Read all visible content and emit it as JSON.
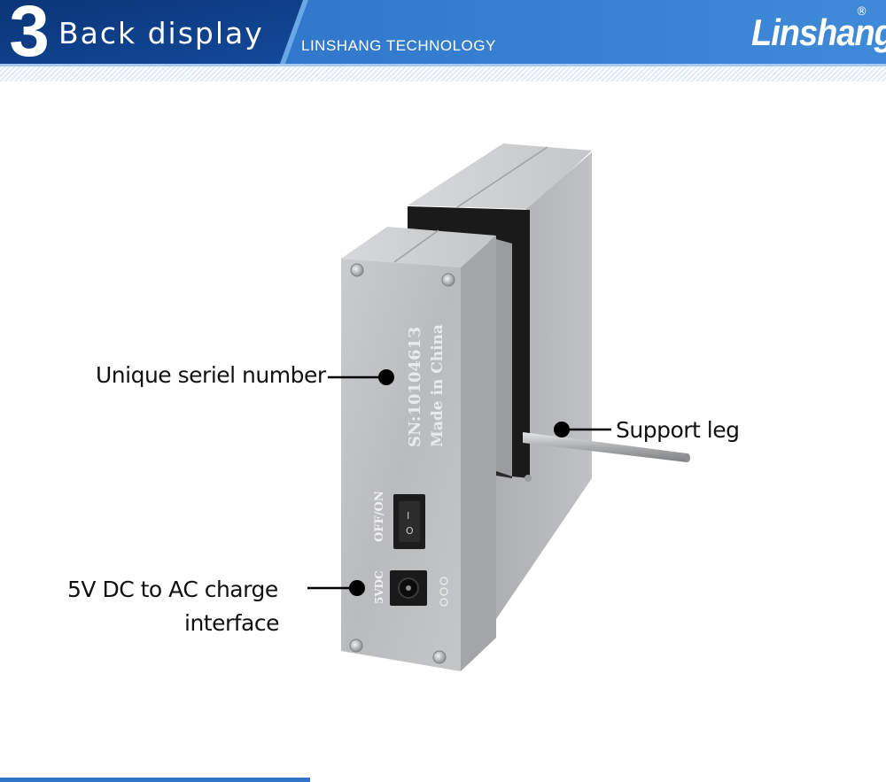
{
  "header": {
    "step_number": "3",
    "title": "Back display",
    "subtitle": "LINSHANG TECHNOLOGY",
    "logo_text": "Linshang",
    "registered_mark": "®",
    "colors": {
      "banner_dark": "#0c3a80",
      "banner_blue": "#2b74cc",
      "banner_light": "#4f97df"
    }
  },
  "device": {
    "serial_text": "SN:1010461З",
    "origin_text": "Made in China",
    "switch_label": "OFF/ON",
    "switch_on_symbol": "I",
    "switch_off_symbol": "O",
    "power_label": "5VDC"
  },
  "callouts": {
    "serial_number": "Unique seriel number",
    "support_leg": "Support leg",
    "charge_line1": "5V DC to AC charge",
    "charge_line2": "interface"
  }
}
